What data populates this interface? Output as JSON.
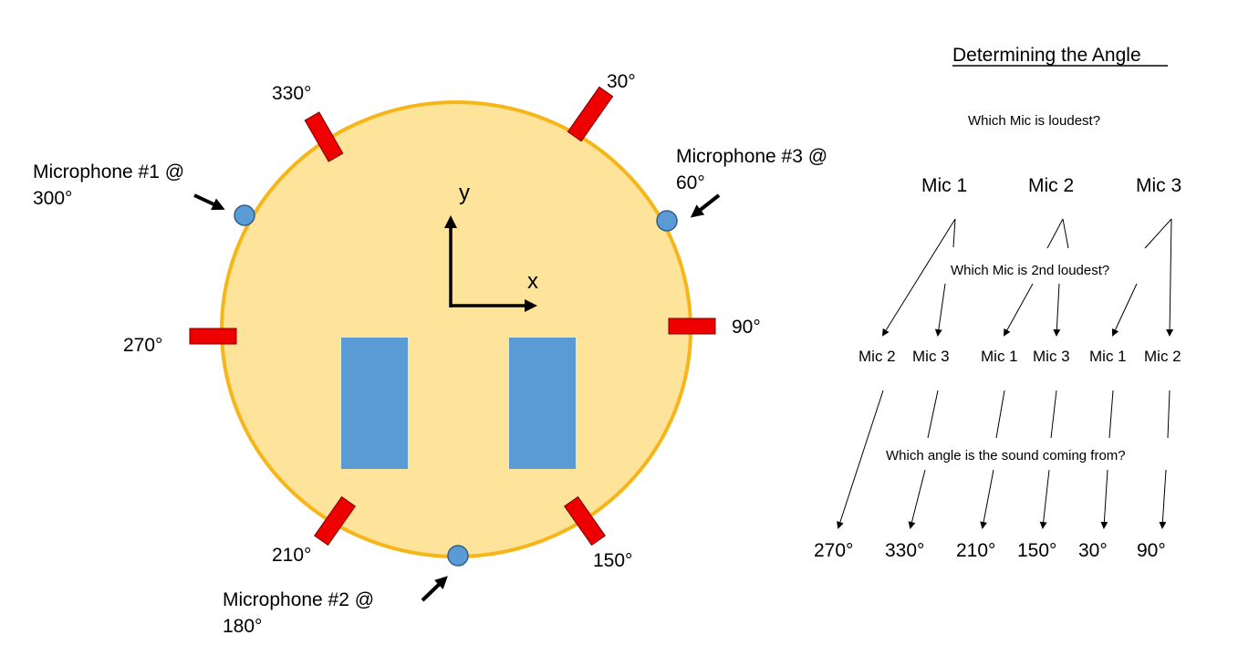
{
  "diagram": {
    "angle_labels": {
      "a330": "330°",
      "a30": "30°",
      "a270": "270°",
      "a90": "90°",
      "a210": "210°",
      "a150": "150°"
    },
    "microphones": {
      "mic1_line1": "Microphone #1 @",
      "mic1_line2": "300°",
      "mic2_line1": "Microphone #2 @",
      "mic2_line2": "180°",
      "mic3_line1": "Microphone #3 @",
      "mic3_line2": "60°"
    },
    "axes": {
      "x": "x",
      "y": "y"
    }
  },
  "decision_tree": {
    "title": "Determining the Angle",
    "q1": "Which Mic is loudest?",
    "level1": [
      "Mic 1",
      "Mic 2",
      "Mic 3"
    ],
    "q2": "Which Mic is 2nd loudest?",
    "level2": [
      "Mic 2",
      "Mic 3",
      "Mic 1",
      "Mic 3",
      "Mic 1",
      "Mic 2"
    ],
    "q3": "Which angle is the sound coming from?",
    "results": [
      "270°",
      "330°",
      "210°",
      "150°",
      "30°",
      "90°"
    ]
  },
  "colors": {
    "body_fill": "#fde49a",
    "body_stroke": "#f6b619",
    "sensor": "#ee0000",
    "mic": "#5b9bd5",
    "wheel": "#5b9bd5"
  }
}
